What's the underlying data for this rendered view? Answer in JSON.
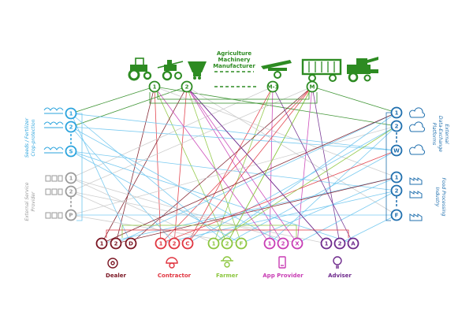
{
  "title": {
    "line1": "Agriculture",
    "line2": "Machinery",
    "line3": "Manufacturer"
  },
  "colors": {
    "manufacturer": "#2d8b22",
    "seeds": "#2aa3dd",
    "service": "#9a9a9a",
    "platforms": "#1f6fae",
    "food": "#1f6fae",
    "dealer": "#7a1522",
    "contractor": "#e0343f",
    "farmer": "#8cc63f",
    "app": "#c83cb4",
    "adviser": "#6e2a8c",
    "link_blue": "#6cc5ef",
    "link_gray": "#c9c9c9"
  },
  "groups": {
    "manufacturer": {
      "nodes": [
        "1",
        "2",
        "M-1",
        "M"
      ]
    },
    "seeds": {
      "label_line1": "Seeds / Fertilizer",
      "label_line2": "Crop-protection",
      "nodes": [
        "1",
        "2",
        "S"
      ]
    },
    "service": {
      "label_line1": "External Service",
      "label_line2": "Provider",
      "nodes": [
        "1",
        "2",
        "P"
      ]
    },
    "platforms": {
      "label_line1": "External",
      "label_line2": "Data-Exchange",
      "label_line3": "Platforms",
      "nodes": [
        "1",
        "2",
        "W"
      ]
    },
    "food": {
      "label_line1": "Food Processing",
      "label_line2": "Industry",
      "nodes": [
        "1",
        "2",
        "F"
      ]
    },
    "dealer": {
      "label": "Dealer",
      "nodes": [
        "1",
        "2",
        "D"
      ]
    },
    "contractor": {
      "label": "Contractor",
      "nodes": [
        "1",
        "2",
        "C"
      ]
    },
    "farmer": {
      "label": "Farmer",
      "nodes": [
        "1",
        "2",
        "F"
      ]
    },
    "app": {
      "label": "App Provider",
      "nodes": [
        "1",
        "2",
        "X"
      ]
    },
    "adviser": {
      "label": "Adviser",
      "nodes": [
        "1",
        "2",
        "A"
      ]
    }
  },
  "icons": {
    "machines": [
      "tractor-icon",
      "sprayer-icon",
      "spreader-icon",
      "mower-icon",
      "trailer-icon",
      "combine-icon"
    ],
    "roles": [
      "dealer-icon",
      "contractor-icon",
      "farmer-icon",
      "app-provider-icon",
      "adviser-icon"
    ]
  }
}
